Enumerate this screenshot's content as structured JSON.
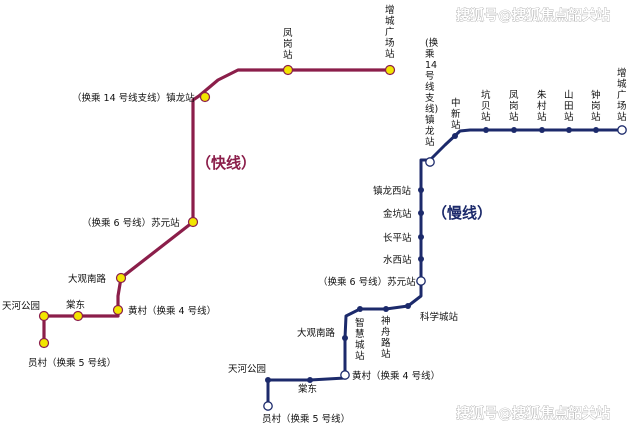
{
  "watermark": {
    "text": "搜狐号@搜狐焦点韶关站"
  },
  "fast_line": {
    "title": "（快线）",
    "color": "#8b1e4a",
    "station_color": "#f2e600",
    "stations": [
      {
        "id": "yuancun",
        "name": "员村（换乘 5 号线）"
      },
      {
        "id": "tianhe",
        "name": "天河公园"
      },
      {
        "id": "tangdong",
        "name": "棠东"
      },
      {
        "id": "huangcun",
        "name": "黄村（换乘 4 号线）"
      },
      {
        "id": "daguan",
        "name": "大观南路"
      },
      {
        "id": "suyuan",
        "name": "（换乘 6 号线）苏元站"
      },
      {
        "id": "zhenlong",
        "name": "（换乘 14 号线支线）镇龙站"
      },
      {
        "id": "fenggang",
        "name": "凤岗站"
      },
      {
        "id": "zengcheng",
        "name": "增城广场站"
      }
    ]
  },
  "slow_line": {
    "title": "（慢线）",
    "color": "#1c2a6b",
    "station_color": "#ffffff",
    "stations": [
      {
        "id": "yuancun",
        "name": "员村（换乘 5 号线）"
      },
      {
        "id": "tianhe",
        "name": "天河公园"
      },
      {
        "id": "tangdong",
        "name": "棠东"
      },
      {
        "id": "huangcun",
        "name": "黄村（换乘 4 号线）"
      },
      {
        "id": "daguan",
        "name": "大观南路"
      },
      {
        "id": "zhihui",
        "name": "智慧城站"
      },
      {
        "id": "shenzhou",
        "name": "神舟路站"
      },
      {
        "id": "kexue",
        "name": "科学城站"
      },
      {
        "id": "suyuan",
        "name": "（换乘 6 号线）苏元站"
      },
      {
        "id": "shuixi",
        "name": "水西站"
      },
      {
        "id": "changping",
        "name": "长平站"
      },
      {
        "id": "jinkeng",
        "name": "金坑站"
      },
      {
        "id": "zhenlongxi",
        "name": "镇龙西站"
      },
      {
        "id": "zhenlong",
        "name": "（换乘14号线支线）镇龙站"
      },
      {
        "id": "zhongxin",
        "name": "中新站"
      },
      {
        "id": "kengbei",
        "name": "坑贝站"
      },
      {
        "id": "fenggang",
        "name": "凤岗站"
      },
      {
        "id": "zhucun",
        "name": "朱村站"
      },
      {
        "id": "shantian",
        "name": "山田站"
      },
      {
        "id": "zhonggang",
        "name": "钟岗站"
      },
      {
        "id": "zengcheng",
        "name": "增城广场站"
      }
    ]
  }
}
